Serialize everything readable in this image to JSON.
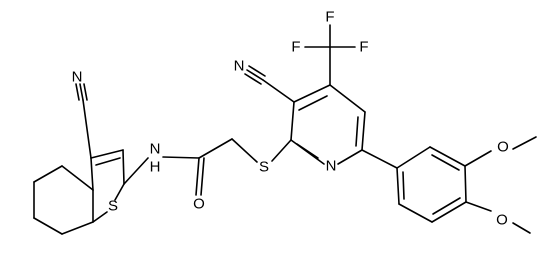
{
  "diagram": {
    "type": "chemical-structure",
    "atom_labels": [
      {
        "id": "n-nitrile-top",
        "text": "N"
      },
      {
        "id": "n-nitrile-left",
        "text": "N"
      },
      {
        "id": "nh-amide",
        "text": "N"
      },
      {
        "id": "h-amide",
        "text": "H"
      },
      {
        "id": "s-thiophene",
        "text": "S"
      },
      {
        "id": "o-carbonyl",
        "text": "O"
      },
      {
        "id": "s-thioether",
        "text": "S"
      },
      {
        "id": "n-pyridine",
        "text": "N"
      },
      {
        "id": "f-1",
        "text": "F"
      },
      {
        "id": "f-2",
        "text": "F"
      },
      {
        "id": "f-3",
        "text": "F"
      },
      {
        "id": "o-methoxy-1",
        "text": "O"
      },
      {
        "id": "o-methoxy-2",
        "text": "O"
      }
    ]
  }
}
